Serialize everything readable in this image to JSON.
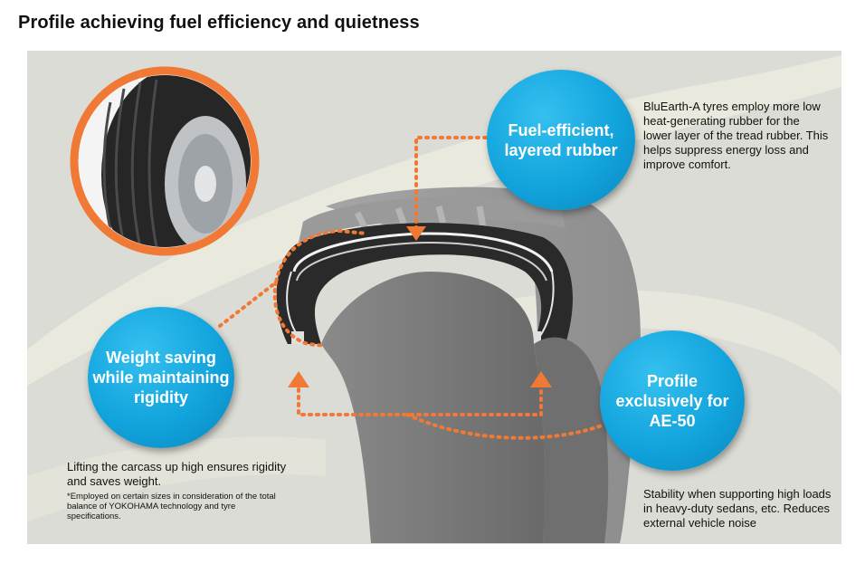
{
  "title": "Profile achieving fuel efficiency and quietness",
  "colors": {
    "bubble_blue": "#12a4dd",
    "accent_orange": "#f07a35",
    "tyre_gray": "#7b7b7b",
    "background": "#dcdcd6"
  },
  "callouts": {
    "fuel": {
      "label_lines": [
        "Fuel-efficient,",
        "layered rubber"
      ],
      "description": "BluEarth-A tyres employ more low heat-generating rubber for the lower layer of the tread rubber. This helps suppress energy loss and improve comfort."
    },
    "weight": {
      "label_lines": [
        "Weight saving",
        "while maintaining",
        "rigidity"
      ],
      "description": "Lifting the carcass up high ensures rigidity and saves weight.",
      "note": "*Employed on certain sizes in consideration of the total balance of YOKOHAMA technology and tyre specifications."
    },
    "profile": {
      "label_lines": [
        "Profile",
        "exclusively for",
        "AE-50"
      ],
      "description": "Stability when supporting high loads in heavy-duty sedans, etc. Reduces external vehicle noise"
    }
  },
  "icons": {
    "tyre_photo": "tyre-photo-icon",
    "arrow": "arrow-icon"
  }
}
